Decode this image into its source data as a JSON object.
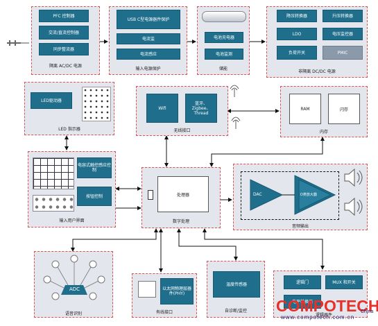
{
  "power_input": {
    "pfc": "PFC 控制器",
    "ac_dc": "交流/直流控制器",
    "sync_rect": "同步整流器",
    "caption": "隔离 AC/DC 电源"
  },
  "input_protection": {
    "usbc": "USB C型电源器件保护",
    "current_sense": "电流监",
    "current_sense2": "电流感应",
    "caption": "输入电源保护"
  },
  "battery": {
    "charger": "电池充电器",
    "monitor": "电池监测",
    "caption": "储能"
  },
  "dcdc": {
    "buck": "降压转换器",
    "boost": "升压转换器",
    "ldo": "LDO",
    "buck_boost": "电压监控器",
    "load_switch": "负荷开关",
    "pmic": "PMIC",
    "caption": "非隔离 DC/DC 电源"
  },
  "led": {
    "driver": "LED驱动器",
    "caption": "LED 指示器"
  },
  "wireless": {
    "wifi": "Wifi",
    "bt": "蓝牙、Zigbee、Thread",
    "caption": "无线接口"
  },
  "memory": {
    "ram": "RAM",
    "flash": "闪存",
    "caption": "内存"
  },
  "ui": {
    "touch": "电容式触控感应控制",
    "button": "按钮控制",
    "caption": "输入用户界面"
  },
  "processor": {
    "mcu": "处理器",
    "caption": "数字处理"
  },
  "audio": {
    "dac": "DAC",
    "amp": "D类放大器",
    "caption": "音频输出"
  },
  "sensing": {
    "adc": "ADC",
    "caption": "语音识别"
  },
  "wired": {
    "phy": "以太网物理层器件(PHY)",
    "caption": "有线接口"
  },
  "temp": {
    "sensor": "温度传感器",
    "caption": "自诊断/监控"
  },
  "logic": {
    "gate": "逻辑门",
    "mux": "MUX 和开关",
    "level": "电平转换器",
    "caption": "逻辑器件"
  },
  "watermark": {
    "brand": "COMPOTECH",
    "url": "www.compotech.com.cn",
    "region": "China"
  }
}
